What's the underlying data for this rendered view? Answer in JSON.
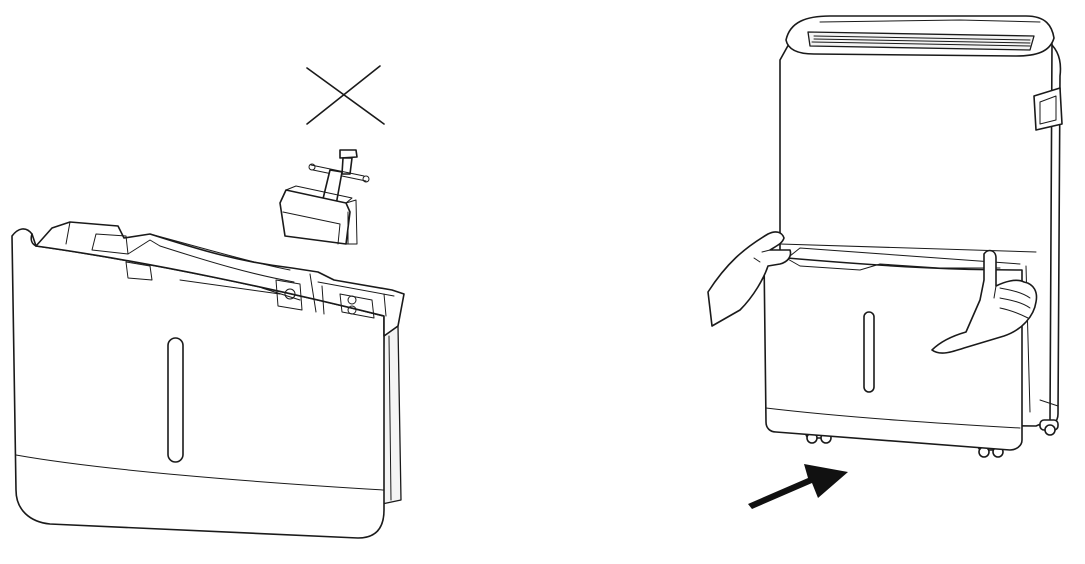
{
  "illustration": {
    "panels": [
      {
        "name": "water-bucket-float-removal",
        "icons": [
          "cross-mark-icon",
          "water-bucket",
          "float-assembly"
        ]
      },
      {
        "name": "insert-bucket-into-dehumidifier",
        "icons": [
          "dehumidifier-unit",
          "left-hand",
          "right-hand",
          "push-arrow-icon"
        ]
      }
    ],
    "colors": {
      "line": "#1a1a1a",
      "fill": "#ffffff",
      "arrow": "#111111"
    }
  }
}
